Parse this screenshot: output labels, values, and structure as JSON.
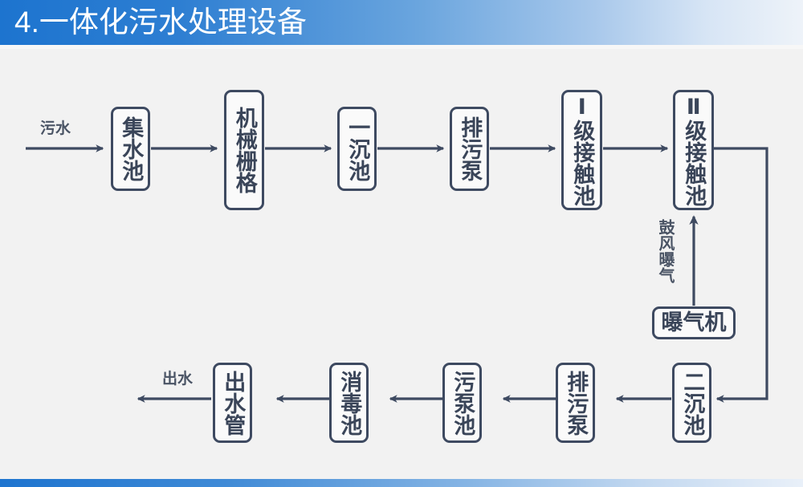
{
  "header": {
    "title": "4.一体化污水处理设备",
    "gradient_start": "#1d74cf",
    "gradient_end": "#eef3f9"
  },
  "theme": {
    "canvas_background": "#f2f2f2",
    "box_border": "#3e4a61",
    "box_fill": "#fafafa",
    "text_color": "#3a4559",
    "connector_color": "#3e4a61"
  },
  "diagram": {
    "type": "process-flow",
    "title": "一体化污水处理设备",
    "inlet_label": "污水",
    "outlet_label": "出水",
    "aeration_label": "鼓风曝气",
    "top_row": [
      {
        "id": "node-jishuichi",
        "label": "集水池"
      },
      {
        "id": "node-jixieshange",
        "label": "机械栅格"
      },
      {
        "id": "node-yichenchi",
        "label": "一沉池"
      },
      {
        "id": "node-paiwubeng-1",
        "label": "排污泵"
      },
      {
        "id": "node-yijijiechu",
        "label": "Ⅰ级接触池"
      },
      {
        "id": "node-erjijiechu",
        "label": "Ⅱ级接触池"
      }
    ],
    "bottom_row": [
      {
        "id": "node-chushuiguan",
        "label": "出水管"
      },
      {
        "id": "node-xiaoduchi",
        "label": "消毒池"
      },
      {
        "id": "node-wubengchi",
        "label": "污泵池"
      },
      {
        "id": "node-paiwubeng-2",
        "label": "排污泵"
      },
      {
        "id": "node-erchenchi",
        "label": "二沉池"
      }
    ],
    "side_equipment": [
      {
        "id": "node-baoqiji",
        "label": "曝气机"
      }
    ],
    "flow_sequence": [
      "污水",
      "集水池",
      "机械栅格",
      "一沉池",
      "排污泵",
      "Ⅰ级接触池",
      "Ⅱ级接触池",
      "二沉池",
      "排污泵",
      "污泵池",
      "消毒池",
      "出水管",
      "出水"
    ]
  }
}
